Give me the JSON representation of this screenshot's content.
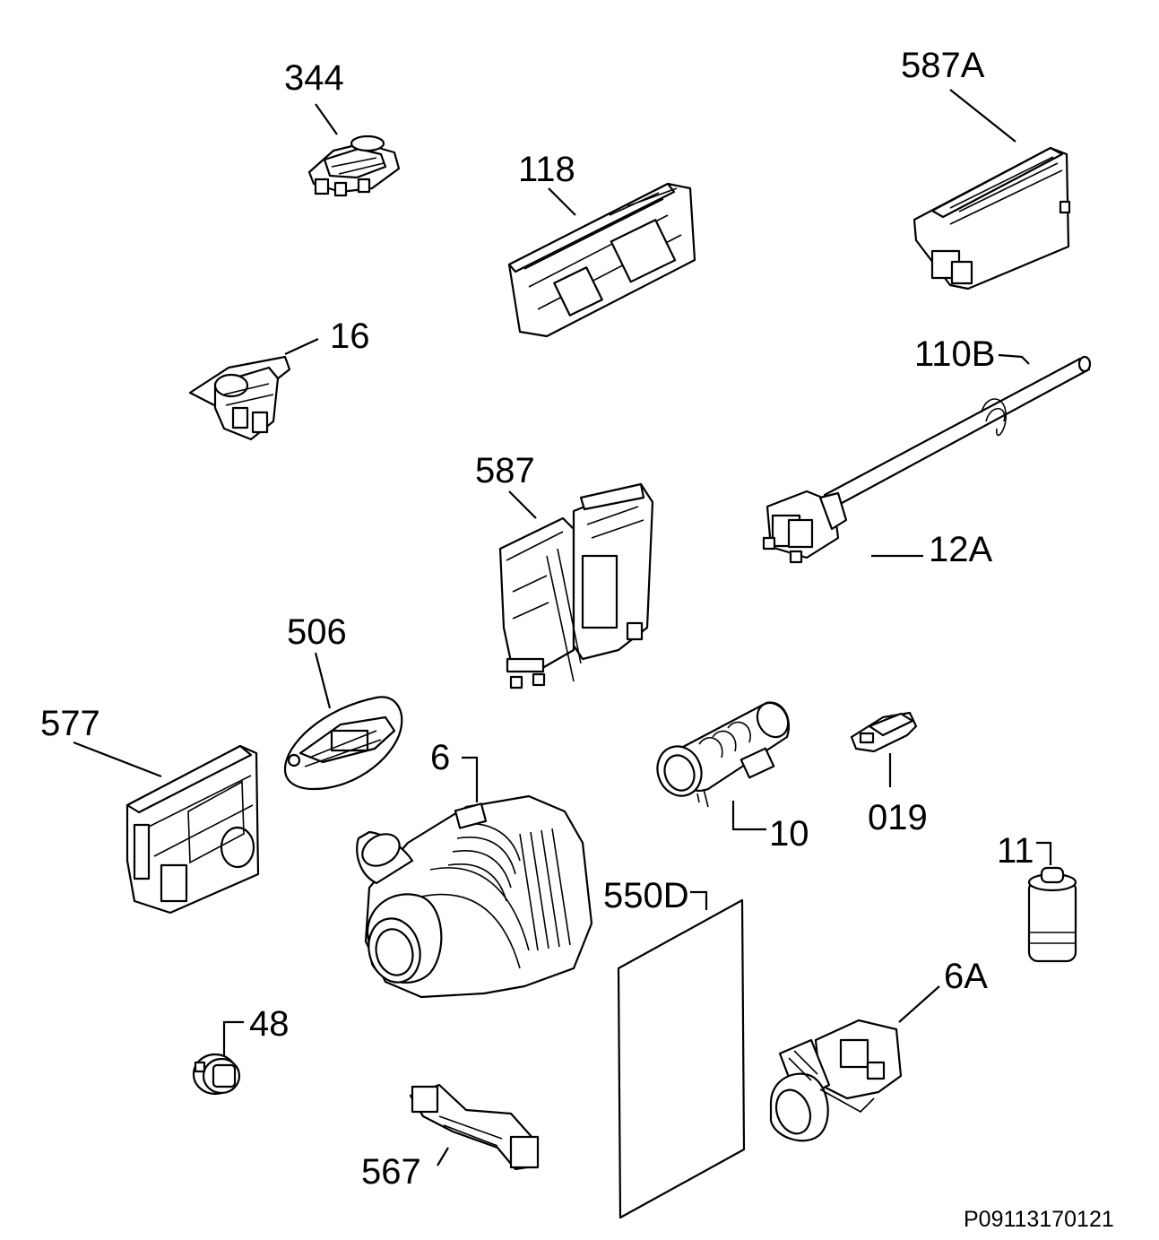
{
  "diagram": {
    "drawing_code": "P09113170121",
    "parts": [
      {
        "id": "p344",
        "label": "344"
      },
      {
        "id": "p118",
        "label": "118"
      },
      {
        "id": "p587A",
        "label": "587A"
      },
      {
        "id": "p16",
        "label": "16"
      },
      {
        "id": "p110B",
        "label": "110B"
      },
      {
        "id": "p587",
        "label": "587"
      },
      {
        "id": "p12A",
        "label": "12A"
      },
      {
        "id": "p506",
        "label": "506"
      },
      {
        "id": "p577",
        "label": "577"
      },
      {
        "id": "p6",
        "label": "6"
      },
      {
        "id": "p10",
        "label": "10"
      },
      {
        "id": "p019",
        "label": "019"
      },
      {
        "id": "p11",
        "label": "11"
      },
      {
        "id": "p550D",
        "label": "550D"
      },
      {
        "id": "p6A",
        "label": "6A"
      },
      {
        "id": "p48",
        "label": "48"
      },
      {
        "id": "p567",
        "label": "567"
      }
    ]
  }
}
